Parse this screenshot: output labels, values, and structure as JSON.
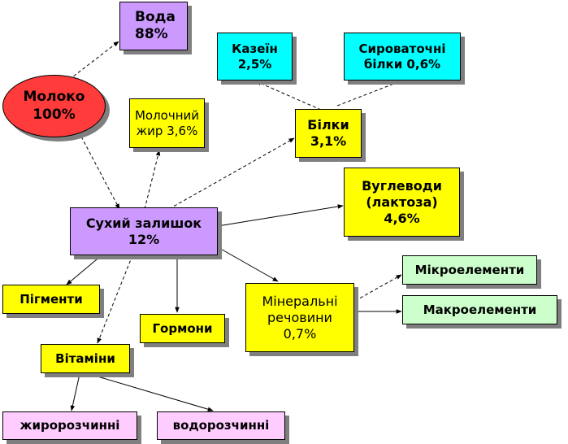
{
  "colors": {
    "yellow": "#ffff00",
    "violet": "#cc99ff",
    "cyan": "#00ffff",
    "mint": "#ccffcc",
    "pink": "#ffccff",
    "red": "#ff3b3b",
    "border": "#000000",
    "shadow": "#7f7f7f"
  },
  "nodes": {
    "voda": "Вода\n88%",
    "moloko": "Молоко\n100%",
    "molochnyi_zhyr": "Молочний\nжир 3,6%",
    "kazein": "Казеїн\n2,5%",
    "syrovatochni": "Сироваточні\nбілки 0,6%",
    "bilky": "Білки\n3,1%",
    "vuhlevody": "Вуглеводи\n(лактоза)\n4,6%",
    "sukhyi_zalyshok": "Сухий залишок\n12%",
    "pihmenty": "Пігменти",
    "hormony": "Гормони",
    "mineralni": "Мінеральні\nречовини\n0,7%",
    "mikroelementy": "Мікроелементи",
    "makroelementy": "Макроелементи",
    "vitaminy": "Вітаміни",
    "zhyrorozchynni": "жиророзчинні",
    "vodorozchynni": "водорозчинні"
  }
}
